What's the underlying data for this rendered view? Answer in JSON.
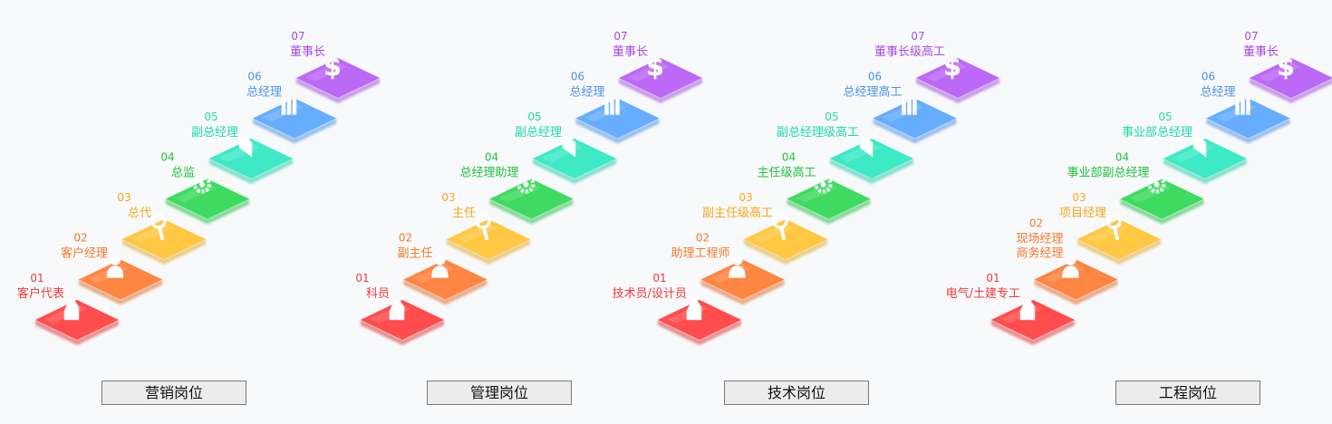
{
  "step_colors": [
    "#ff3e3e",
    "#ff7b32",
    "#ffc232",
    "#2fd852",
    "#2ee8c0",
    "#5aa6ff",
    "#b65cf6"
  ],
  "text_colors": [
    "#f23a3a",
    "#f57a2c",
    "#f6a81c",
    "#20c23e",
    "#1ed8aa",
    "#4c92e6",
    "#a84ae6"
  ],
  "icons": [
    "house-icon",
    "user-icon",
    "search-icon",
    "gear-icon",
    "document-icon",
    "bar-chart-icon",
    "dollar-icon"
  ],
  "groups": [
    {
      "title": "营销岗位",
      "steps": [
        {
          "num": "01",
          "lines": [
            "客户代表"
          ]
        },
        {
          "num": "02",
          "lines": [
            "客户经理"
          ]
        },
        {
          "num": "03",
          "lines": [
            "总代"
          ]
        },
        {
          "num": "04",
          "lines": [
            "总监"
          ]
        },
        {
          "num": "05",
          "lines": [
            "副总经理"
          ]
        },
        {
          "num": "06",
          "lines": [
            "总经理"
          ]
        },
        {
          "num": "07",
          "lines": [
            "董事长"
          ]
        }
      ]
    },
    {
      "title": "管理岗位",
      "steps": [
        {
          "num": "01",
          "lines": [
            "科员"
          ]
        },
        {
          "num": "02",
          "lines": [
            "副主任"
          ]
        },
        {
          "num": "03",
          "lines": [
            "主任"
          ]
        },
        {
          "num": "04",
          "lines": [
            "总经理助理"
          ]
        },
        {
          "num": "05",
          "lines": [
            "副总经理"
          ]
        },
        {
          "num": "06",
          "lines": [
            "总经理"
          ]
        },
        {
          "num": "07",
          "lines": [
            "董事长"
          ]
        }
      ]
    },
    {
      "title": "技术岗位",
      "steps": [
        {
          "num": "01",
          "lines": [
            "技术员/设计员"
          ]
        },
        {
          "num": "02",
          "lines": [
            "助理工程师"
          ]
        },
        {
          "num": "03",
          "lines": [
            "副主任级高工"
          ]
        },
        {
          "num": "04",
          "lines": [
            "主任级高工"
          ]
        },
        {
          "num": "05",
          "lines": [
            "副总经理级高工"
          ]
        },
        {
          "num": "06",
          "lines": [
            "总经理高工"
          ]
        },
        {
          "num": "07",
          "lines": [
            "董事长级高工"
          ]
        }
      ]
    },
    {
      "title": "工程岗位",
      "steps": [
        {
          "num": "01",
          "lines": [
            "电气/土建专工"
          ]
        },
        {
          "num": "02",
          "lines": [
            "现场经理",
            "商务经理"
          ]
        },
        {
          "num": "03",
          "lines": [
            "项目经理"
          ]
        },
        {
          "num": "04",
          "lines": [
            "事业部副总经理"
          ]
        },
        {
          "num": "05",
          "lines": [
            "事业部总经理"
          ]
        },
        {
          "num": "06",
          "lines": [
            "总经理"
          ]
        },
        {
          "num": "07",
          "lines": [
            "董事长"
          ]
        }
      ]
    }
  ]
}
